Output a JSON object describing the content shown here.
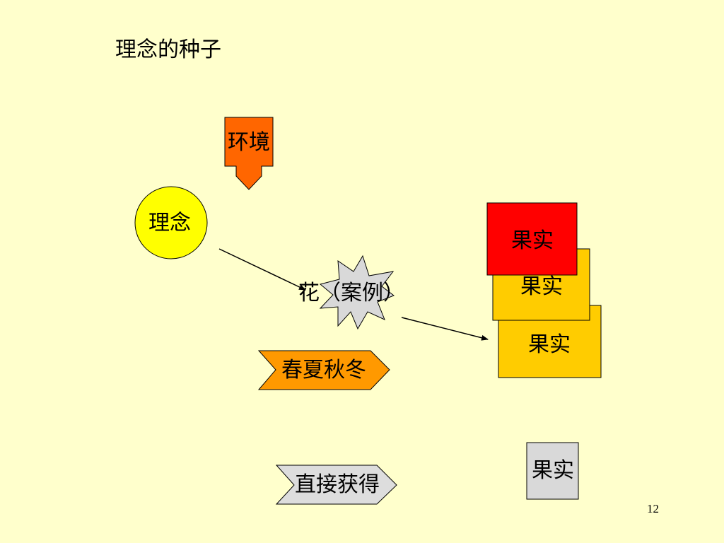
{
  "slide": {
    "title": "理念的种子",
    "page_number": "12"
  },
  "shapes": {
    "environment": "环境",
    "idea": "理念",
    "flower": "花（案例）",
    "seasons": "春夏秋冬",
    "direct": "直接获得",
    "fruit_front": "果实",
    "fruit_middle": "果实",
    "fruit_back": "果实",
    "fruit_gray": "果实"
  },
  "colors": {
    "background": "#FFFFCC",
    "environment": "#FF6600",
    "idea": "#FFFF00",
    "starburst": "#D9D9D9",
    "seasons": "#FF9900",
    "direct": "#DDDDDD",
    "fruit_red": "#FF0000",
    "fruit_gold": "#FFCC00",
    "fruit_gray": "#D9D9D9"
  }
}
